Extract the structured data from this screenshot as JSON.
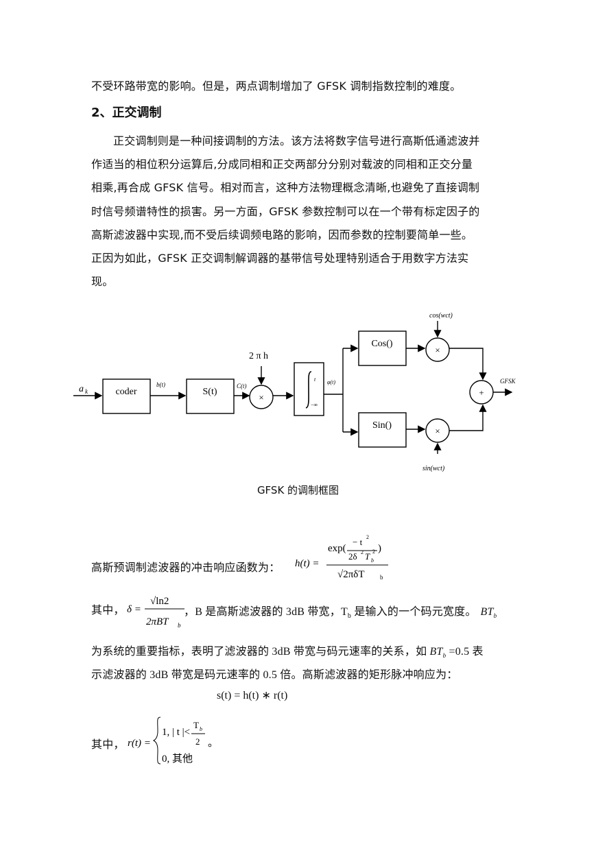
{
  "paragraph1": {
    "line1": "不受环路带宽的影响。但是，两点调制增加了 GFSK 调制指数控制的难度。"
  },
  "section": {
    "heading": "2、正交调制"
  },
  "paragraph2": {
    "lines": [
      "正交调制则是一种间接调制的方法。该方法将数字信号进行高斯低通滤波并",
      "作适当的相位积分运算后,分成同相和正交两部分分别对载波的同相和正交分量",
      "相乘,再合成 GFSK 信号。相对而言，这种方法物理概念清晰,也避免了直接调制",
      "时信号频谱特性的损害。另一方面，GFSK 参数控制可以在一个带有标定因子的",
      "高斯滤波器中实现,而不受后续调频电路的影响，因而参数的控制要简单一些。",
      "正因为如此，GFSK 正交调制解调器的基带信号处理特别适合于用数字方法实",
      "现。"
    ]
  },
  "diagram": {
    "input": "a",
    "input_sub": "k",
    "coder": "coder",
    "b_label": "b(t)",
    "s_block": "S(t)",
    "c_label": "C(t)",
    "two_pi_h": "2 π h",
    "multiply": "×",
    "integral_upper": "t",
    "integral_lower": "−∞",
    "phi_label": "φ(t)",
    "cos_block": "Cos()",
    "sin_block": "Sin()",
    "cos_carrier": "cos(wct)",
    "sin_carrier": "sin(wct)",
    "sum": "+",
    "output": "GFSK"
  },
  "caption": "GFSK 的调制框图",
  "formula1": {
    "prefix": "高斯预调制滤波器的冲击响应函数为：",
    "lhs": "h(t) =",
    "num_exp": "exp(",
    "num_close": ")",
    "inner_num": "− t",
    "inner_num_sup": "2",
    "inner_den": "2δ",
    "inner_den_sup": "2",
    "inner_den_T": "T",
    "inner_den_T_sub": "b",
    "inner_den_T_sup": "2",
    "den": "√2πδT",
    "den_sub": "b"
  },
  "formula2": {
    "prefix": "其中，",
    "lhs": "δ =",
    "num": "√ln2",
    "den": "2πBT",
    "den_sub": "b",
    "text": "，B 是高斯滤波器的 3dB 带宽，T",
    "text_sub": "b",
    "text2": " 是输入的一个码元宽度。",
    "bt": "BT",
    "bt_sub": "b"
  },
  "paragraph3": {
    "line1_a": "为系统的重要指标，表明了滤波器的 3dB 带宽与码元速率的关系，如 ",
    "line1_bt": "BT",
    "line1_bt_sub": "b",
    "line1_b": " =0.5 表",
    "line2": "示滤波器的 3dB 带宽是码元速率的 0.5 倍。高斯滤波器的矩形脉冲响应为："
  },
  "formula3": {
    "text": "s(t) = h(t) ∗ r(t)"
  },
  "formula4": {
    "prefix": "其中，",
    "lhs": "r(t) =",
    "case1": "1, | t |<",
    "case1_num": "T",
    "case1_num_sub": "b",
    "case1_den": "2",
    "case2": "0, 其他",
    "suffix": "。"
  }
}
